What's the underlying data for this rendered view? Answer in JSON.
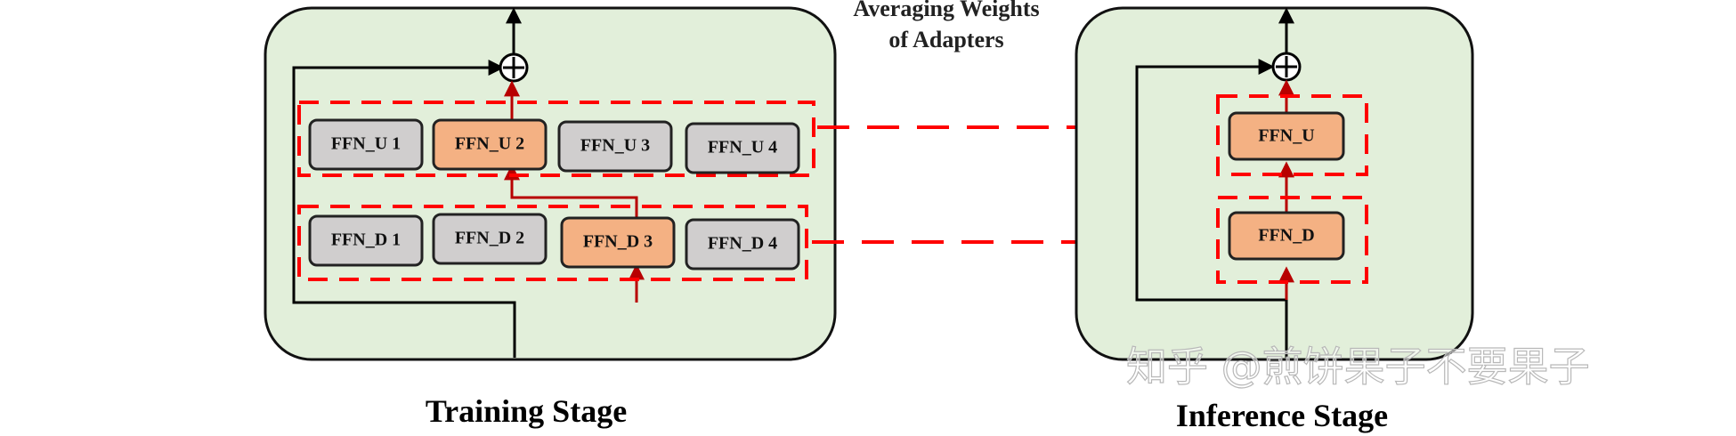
{
  "training": {
    "caption": "Training Stage",
    "up_nodes": [
      "FFN_U 1",
      "FFN_U 2",
      "FFN_U 3",
      "FFN_U 4"
    ],
    "down_nodes": [
      "FFN_D 1",
      "FFN_D 2",
      "FFN_D 3",
      "FFN_D 4"
    ],
    "active_up": 1,
    "active_down": 2
  },
  "inference": {
    "caption": "Inference Stage",
    "up_node": "FFN_U",
    "down_node": "FFN_D"
  },
  "annotation": {
    "line1": "Averaging Weights",
    "line2": "of Adapters"
  },
  "watermark": "知乎 @煎饼果子不要果子",
  "colors": {
    "panel_fill": "#e2efda",
    "panel_stroke": "#111111",
    "inactive_node": "#d0cece",
    "active_node": "#f4b183",
    "line": "#000000",
    "red": "#b80000",
    "dashed": "#ff0000"
  }
}
